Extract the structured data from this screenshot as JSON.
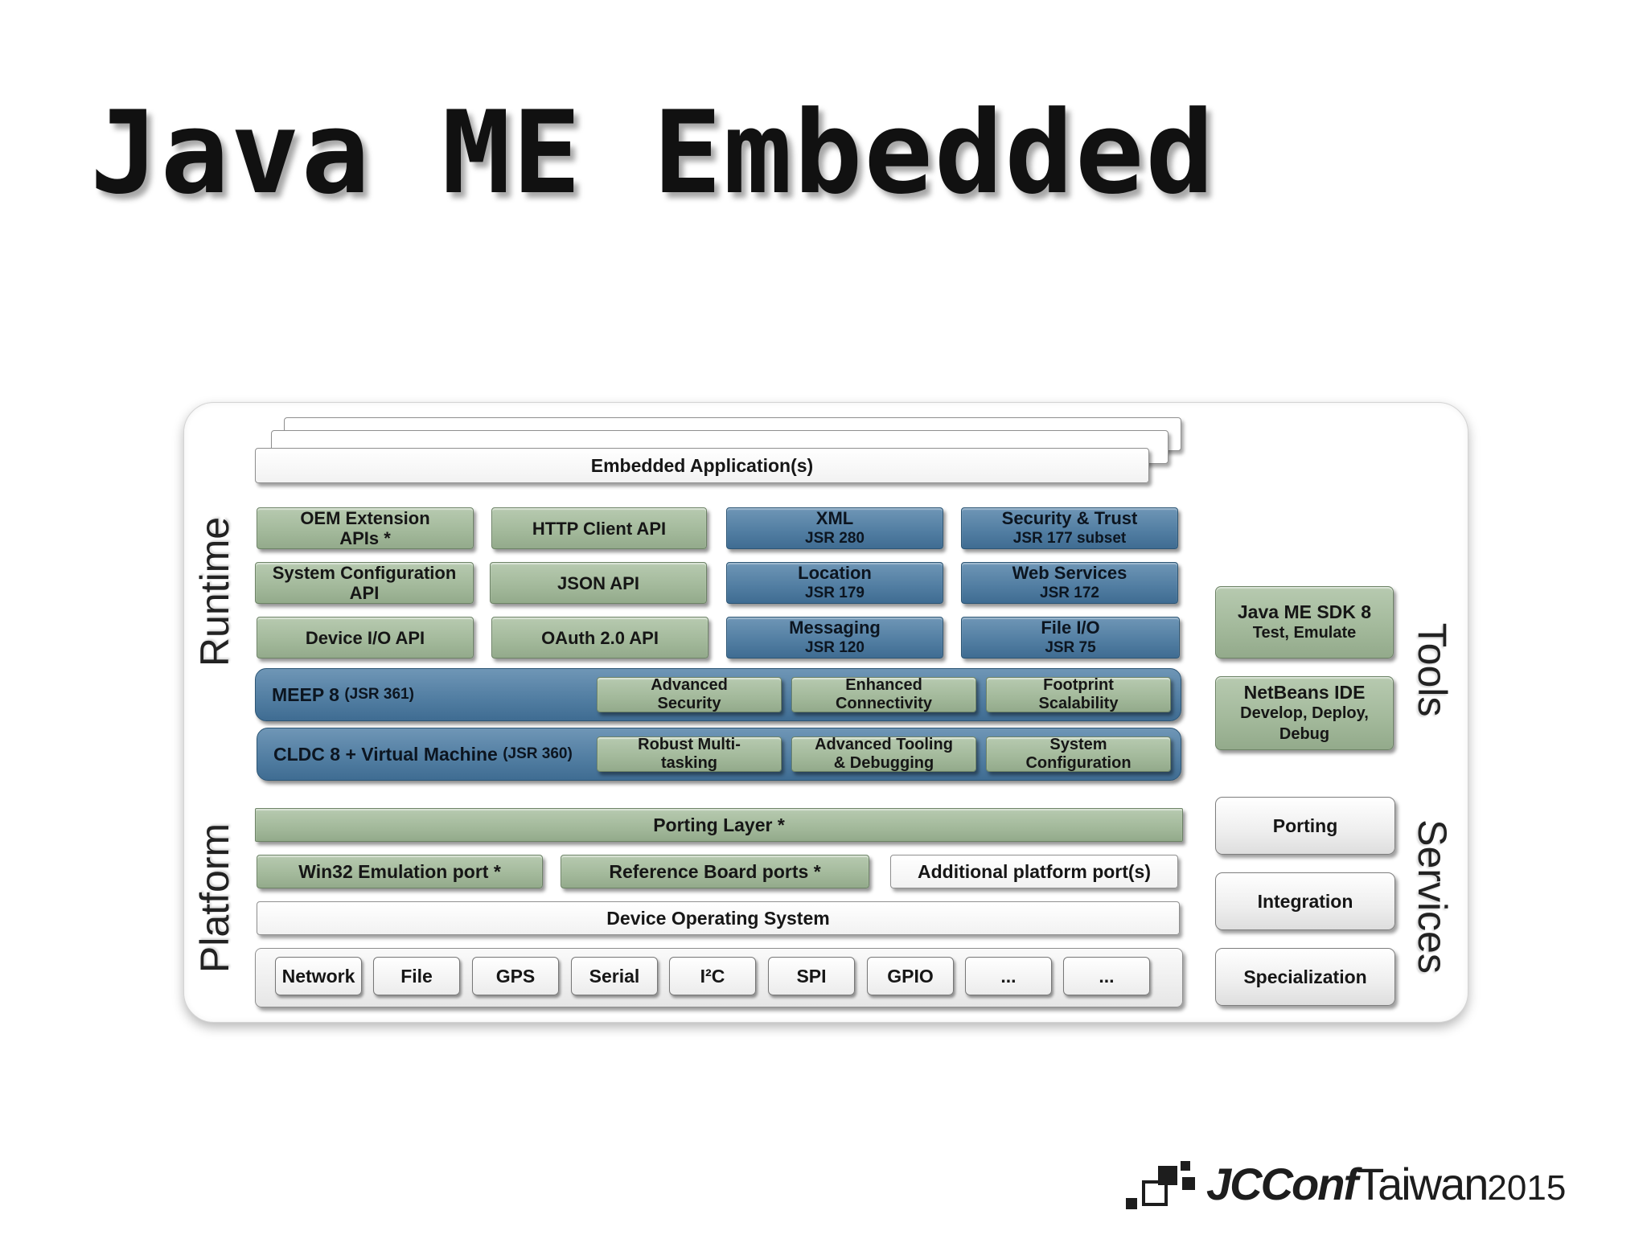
{
  "title": "Java ME Embedded",
  "side_labels": {
    "runtime": "Runtime",
    "platform": "Platform",
    "tools": "Tools",
    "services": "Services"
  },
  "app_layer": {
    "label": "Embedded Application(s)"
  },
  "api_grid": [
    {
      "line1": "OEM Extension",
      "line2": "APIs *",
      "style": "green"
    },
    {
      "line1": "HTTP Client API",
      "line2": "",
      "style": "green"
    },
    {
      "line1": "XML",
      "line2": "JSR 280",
      "style": "blue"
    },
    {
      "line1": "Security & Trust",
      "line2": "JSR 177 subset",
      "style": "blue"
    },
    {
      "line1": "System Configuration",
      "line2": "API",
      "style": "green"
    },
    {
      "line1": "JSON API",
      "line2": "",
      "style": "green"
    },
    {
      "line1": "Location",
      "line2": "JSR 179",
      "style": "blue"
    },
    {
      "line1": "Web Services",
      "line2": "JSR 172",
      "style": "blue"
    },
    {
      "line1": "Device I/O API",
      "line2": "",
      "style": "green"
    },
    {
      "line1": "OAuth 2.0 API",
      "line2": "",
      "style": "green"
    },
    {
      "line1": "Messaging",
      "line2": "JSR 120",
      "style": "blue"
    },
    {
      "line1": "File I/O",
      "line2": "JSR 75",
      "style": "blue"
    }
  ],
  "meep": {
    "name": "MEEP 8",
    "jsr": "(JSR 361)",
    "features": [
      {
        "line1": "Advanced",
        "line2": "Security"
      },
      {
        "line1": "Enhanced",
        "line2": "Connectivity"
      },
      {
        "line1": "Footprint",
        "line2": "Scalability"
      }
    ]
  },
  "cldc": {
    "name": "CLDC  8 + Virtual Machine",
    "jsr": "(JSR 360)",
    "features": [
      {
        "line1": "Robust Multi-",
        "line2": "tasking"
      },
      {
        "line1": "Advanced Tooling",
        "line2": "& Debugging"
      },
      {
        "line1": "System",
        "line2": "Configuration"
      }
    ]
  },
  "porting_layer": "Porting Layer *",
  "ports": [
    {
      "label": "Win32 Emulation port *",
      "style": "green"
    },
    {
      "label": "Reference Board ports *",
      "style": "green"
    },
    {
      "label": "Additional platform port(s)",
      "style": "white"
    }
  ],
  "device_os": "Device Operating System",
  "hardware": [
    "Network",
    "File",
    "GPS",
    "Serial",
    "I²C",
    "SPI",
    "GPIO",
    "...",
    "..."
  ],
  "tools": [
    {
      "line1": "Java ME SDK 8",
      "line2": "Test, Emulate",
      "line3": ""
    },
    {
      "line1": "NetBeans IDE",
      "line2": "Develop, Deploy,",
      "line3": "Debug"
    }
  ],
  "services": [
    "Porting",
    "Integration",
    "Specialization"
  ],
  "footer_logo": {
    "brand": "JCConf",
    "location": "Taiwan",
    "year": "2015"
  }
}
